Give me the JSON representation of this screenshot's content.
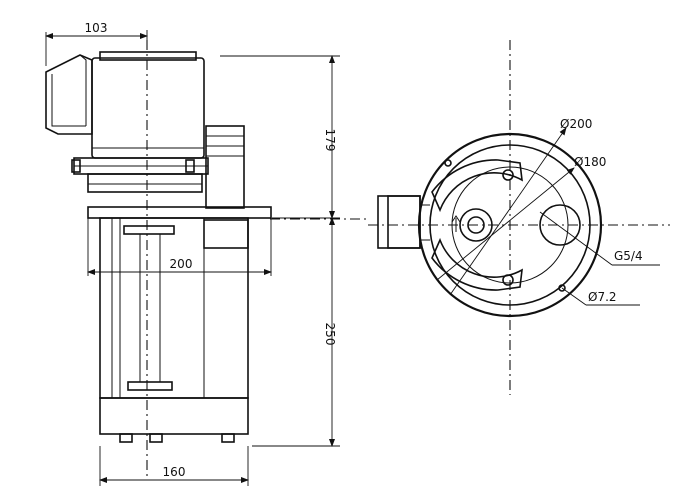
{
  "dimensions": {
    "width_top": "103",
    "width_plate": "200",
    "width_bottom": "160",
    "height_upper": "179",
    "height_lower": "250"
  },
  "plan_view": {
    "diameter_outer": "Ø200",
    "diameter_bolt": "Ø180",
    "outlet_thread": "G5/4",
    "hole": "Ø7.2"
  }
}
